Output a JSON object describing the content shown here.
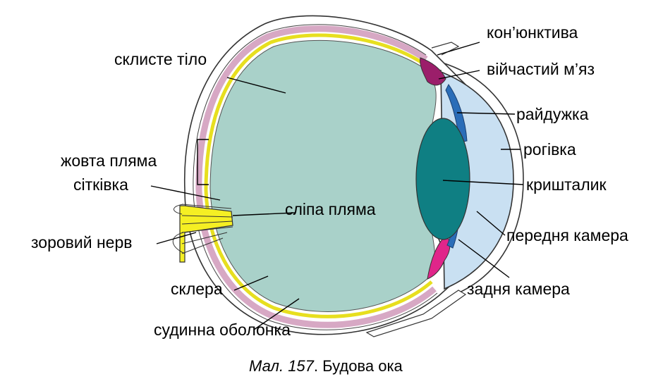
{
  "labels": {
    "vitreous": "склисте тіло",
    "conjunctiva": "кон’юнктива",
    "ciliary_muscle": "війчастий м’яз",
    "iris": "райдужка",
    "cornea": "рогівка",
    "lens": "кришталик",
    "anterior_chamber": "передня камера",
    "posterior_chamber": "задня камера",
    "macula": "жовта пляма",
    "retina": "сітківка",
    "blind_spot": "сліпа пляма",
    "optic_nerve": "зоровий нерв",
    "sclera": "склера",
    "choroid": "судинна оболонка"
  },
  "caption": {
    "figure_number": "Мал. 157",
    "text": ". Будова ока"
  },
  "colors": {
    "vitreous": "#a9d1c9",
    "lens": "#0f7f83",
    "cornea": "#c9e0f2",
    "retina": "#f2ef2b",
    "choroid": "#d7a8c4",
    "ciliary": "#9b1e6a",
    "ciliary_lower": "#e0258a",
    "iris": "#2a6db8",
    "optic_nerve": "#f5ef23"
  }
}
